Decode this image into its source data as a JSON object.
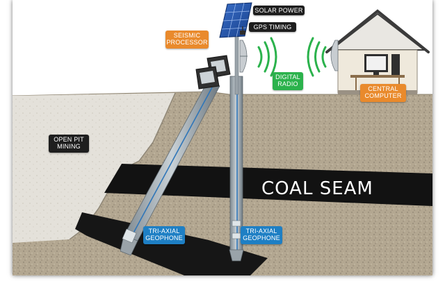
{
  "labels": {
    "solar_power": "SOLAR POWER",
    "gps_timing": "GPS TIMING",
    "seismic_processor": "SEISMIC\nPROCESSOR",
    "digital_radio": "DIGITAL\nRADIO",
    "central_computer": "CENTRAL\nCOMPUTER",
    "open_pit_mining": "OPEN PIT\nMINING",
    "coal_seam": "COAL SEAM",
    "tri_axial_geophone_left": "TRI-AXIAL\nGEOPHONE",
    "tri_axial_geophone_right": "TRI-AXIAL\nGEOPHONE"
  },
  "colors": {
    "label_dark": "#1e1e1e",
    "label_orange": "#e98a2c",
    "label_green": "#2bb24c",
    "label_blue": "#1e7fc4",
    "coal": "#121212",
    "ground": "#b5a994",
    "sky": "#ffffff"
  },
  "icons": [
    "solar-panel-icon",
    "gps-antenna-icon",
    "seismic-processor-icon",
    "radio-dish-icon",
    "computer-icon",
    "house-icon",
    "geophone-icon"
  ]
}
